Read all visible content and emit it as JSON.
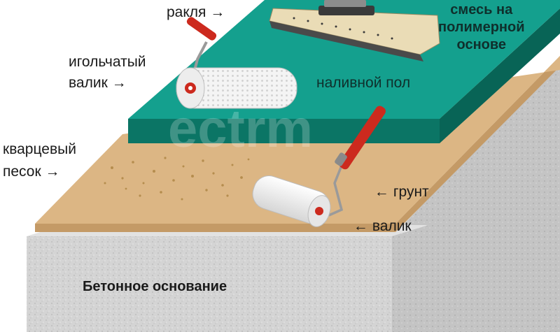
{
  "labels": {
    "squeegee": "ракля",
    "polymer_mix": [
      "смесь на",
      "полимерной",
      "основе"
    ],
    "spiked_roller": [
      "игольчатый",
      "валик"
    ],
    "self_leveling_floor": "наливной пол",
    "quartz_sand": [
      "кварцевый",
      "песок"
    ],
    "primer": "грунт",
    "roller": "валик",
    "concrete_base": "Бетонное основание"
  },
  "watermark": "ectrm",
  "arrow_glyph": "→",
  "colors": {
    "teal_top": "#14a08e",
    "teal_side": "#0b7565",
    "sand": "#dcb684",
    "concrete": "#d4d4d4",
    "roller_handle": "#cc2a1e"
  }
}
